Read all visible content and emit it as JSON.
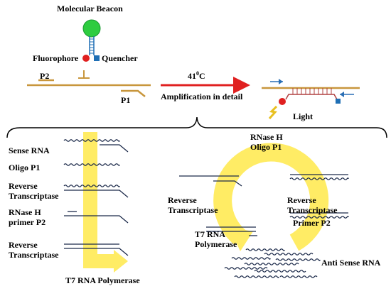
{
  "colors": {
    "strand": "#c8963c",
    "beacon_head": "#2ecc40",
    "fluorophore": "#e02020",
    "quencher": "#1f6fb5",
    "red_arrow": "#e02020",
    "yellow_arrow": "#ffe94a",
    "blue_arrow": "#2a6fb5",
    "wave": "#1c2a4a",
    "light": "#e8c020"
  },
  "top": {
    "beacon_title": "Molecular Beacon",
    "fluorophore": "Fluorophore",
    "quencher": "Quencher",
    "p2": "P2",
    "p1": "P1",
    "temp_base": "41",
    "temp_sup": "0",
    "temp_unit": "C",
    "amplification": "Amplification in detail",
    "light": "Light"
  },
  "left_steps": [
    {
      "lines": [
        "Sense RNA"
      ]
    },
    {
      "lines": [
        "Oligo P1"
      ]
    },
    {
      "lines": [
        "Reverse",
        "Transcriptase"
      ]
    },
    {
      "lines": [
        "RNase H",
        "primer P2"
      ]
    },
    {
      "lines": [
        "Reverse",
        "Transcriptase"
      ]
    }
  ],
  "left_bottom": "T7 RNA Polymerase",
  "cycle": {
    "rnase_line1": "RNase H",
    "rnase_line2": "Oligo P1",
    "rt_left_line1": "Reverse",
    "rt_left_line2": "Transcriptase",
    "rt_right_line1": "Reverse",
    "rt_right_line2": "Transcriptase",
    "primer_p2": "Primer P2",
    "t7_line1": "T7 RNA",
    "t7_line2": "Polymerase",
    "anti_sense": "Anti Sense RNA"
  }
}
